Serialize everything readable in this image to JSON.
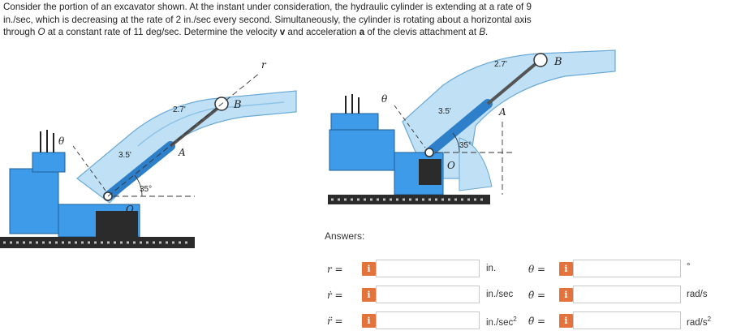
{
  "problem": {
    "line1_a": "Consider the portion of an excavator shown. At the instant under consideration, the hydraulic cylinder is extending at a rate of 9",
    "line2_a": "in./sec, which is decreasing at the rate of 2 in./sec every second. Simultaneously, the cylinder is rotating about a horizontal axis",
    "line3_a": "through ",
    "line3_O": "O",
    "line3_b": " at a constant rate of 11 deg/sec. Determine the velocity ",
    "line3_v": "v",
    "line3_c": " and acceleration ",
    "line3_acc": "a",
    "line3_d": " of the clevis attachment at ",
    "line3_B": "B",
    "line3_e": "."
  },
  "figure_left": {
    "label_r": "r",
    "label_B": "B",
    "label_A": "A",
    "label_O": "O",
    "label_theta": "θ",
    "dim_27": "2.7'",
    "dim_35": "3.5'",
    "angle": "35°"
  },
  "figure_right": {
    "label_B": "B",
    "label_A": "A",
    "label_O": "O",
    "label_theta": "θ",
    "dim_27": "2.7'",
    "dim_35": "3.5'",
    "angle": "35°"
  },
  "answers": {
    "title": "Answers:",
    "info_glyph": "i",
    "rows": [
      {
        "left_sym": "r =",
        "left_unit": "in.",
        "right_sym": "θ =",
        "right_unit": "°"
      },
      {
        "left_sym": "ṙ =",
        "left_unit": "in./sec",
        "right_sym": "θ̇ =",
        "right_unit": "rad/s"
      },
      {
        "left_sym": "r̈ =",
        "left_unit": "in./sec",
        "left_unit_sup": "2",
        "right_sym": "θ̈ =",
        "right_unit": "rad/s",
        "right_unit_sup": "2"
      }
    ]
  },
  "colors": {
    "machine_blue": "#3d9be9",
    "arm_light": "#bfe0f5",
    "track_dark": "#333333",
    "info_orange": "#e4733b"
  }
}
